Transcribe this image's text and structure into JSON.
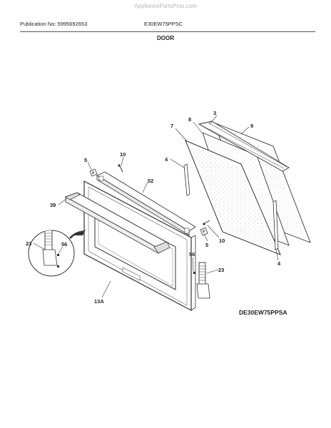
{
  "header": {
    "watermark": "AppliancePartsPros.com",
    "publication": "Publication No: 5995692653",
    "model": "E30EW75PPSC",
    "section": "DOOR"
  },
  "footer": {
    "diagram_code": "DE30EW75PPSA"
  },
  "callouts": {
    "c3": "3",
    "c8": "8",
    "c9": "9",
    "c7": "7",
    "c4a": "4",
    "c5a": "5",
    "c10a": "10",
    "c52": "52",
    "c39": "39",
    "c10b": "10",
    "c5b": "5",
    "c4b": "4",
    "c23a": "23",
    "c56a": "56",
    "c56b": "56",
    "c23b": "23",
    "c13a": "13A"
  }
}
